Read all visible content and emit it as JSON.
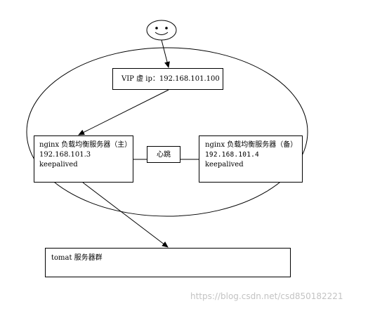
{
  "vip_box": {
    "label": "VIP 虚 ip：192.168.101.100"
  },
  "nginx_main": {
    "title": "nginx 负载均衡服务器（主）",
    "ip": "192.168.101.3",
    "software": "keepalived"
  },
  "nginx_backup": {
    "title": "nginx 负载均衡服务器（备）",
    "ip": "192.168.101.4",
    "software": "keepalived"
  },
  "heartbeat": {
    "label": "心跳"
  },
  "tomcat": {
    "label": "tomat 服务器群"
  },
  "watermark": {
    "text": "https://blog.csdn.net/csd850182221"
  },
  "icons": {
    "user": "smiley-face-icon"
  }
}
